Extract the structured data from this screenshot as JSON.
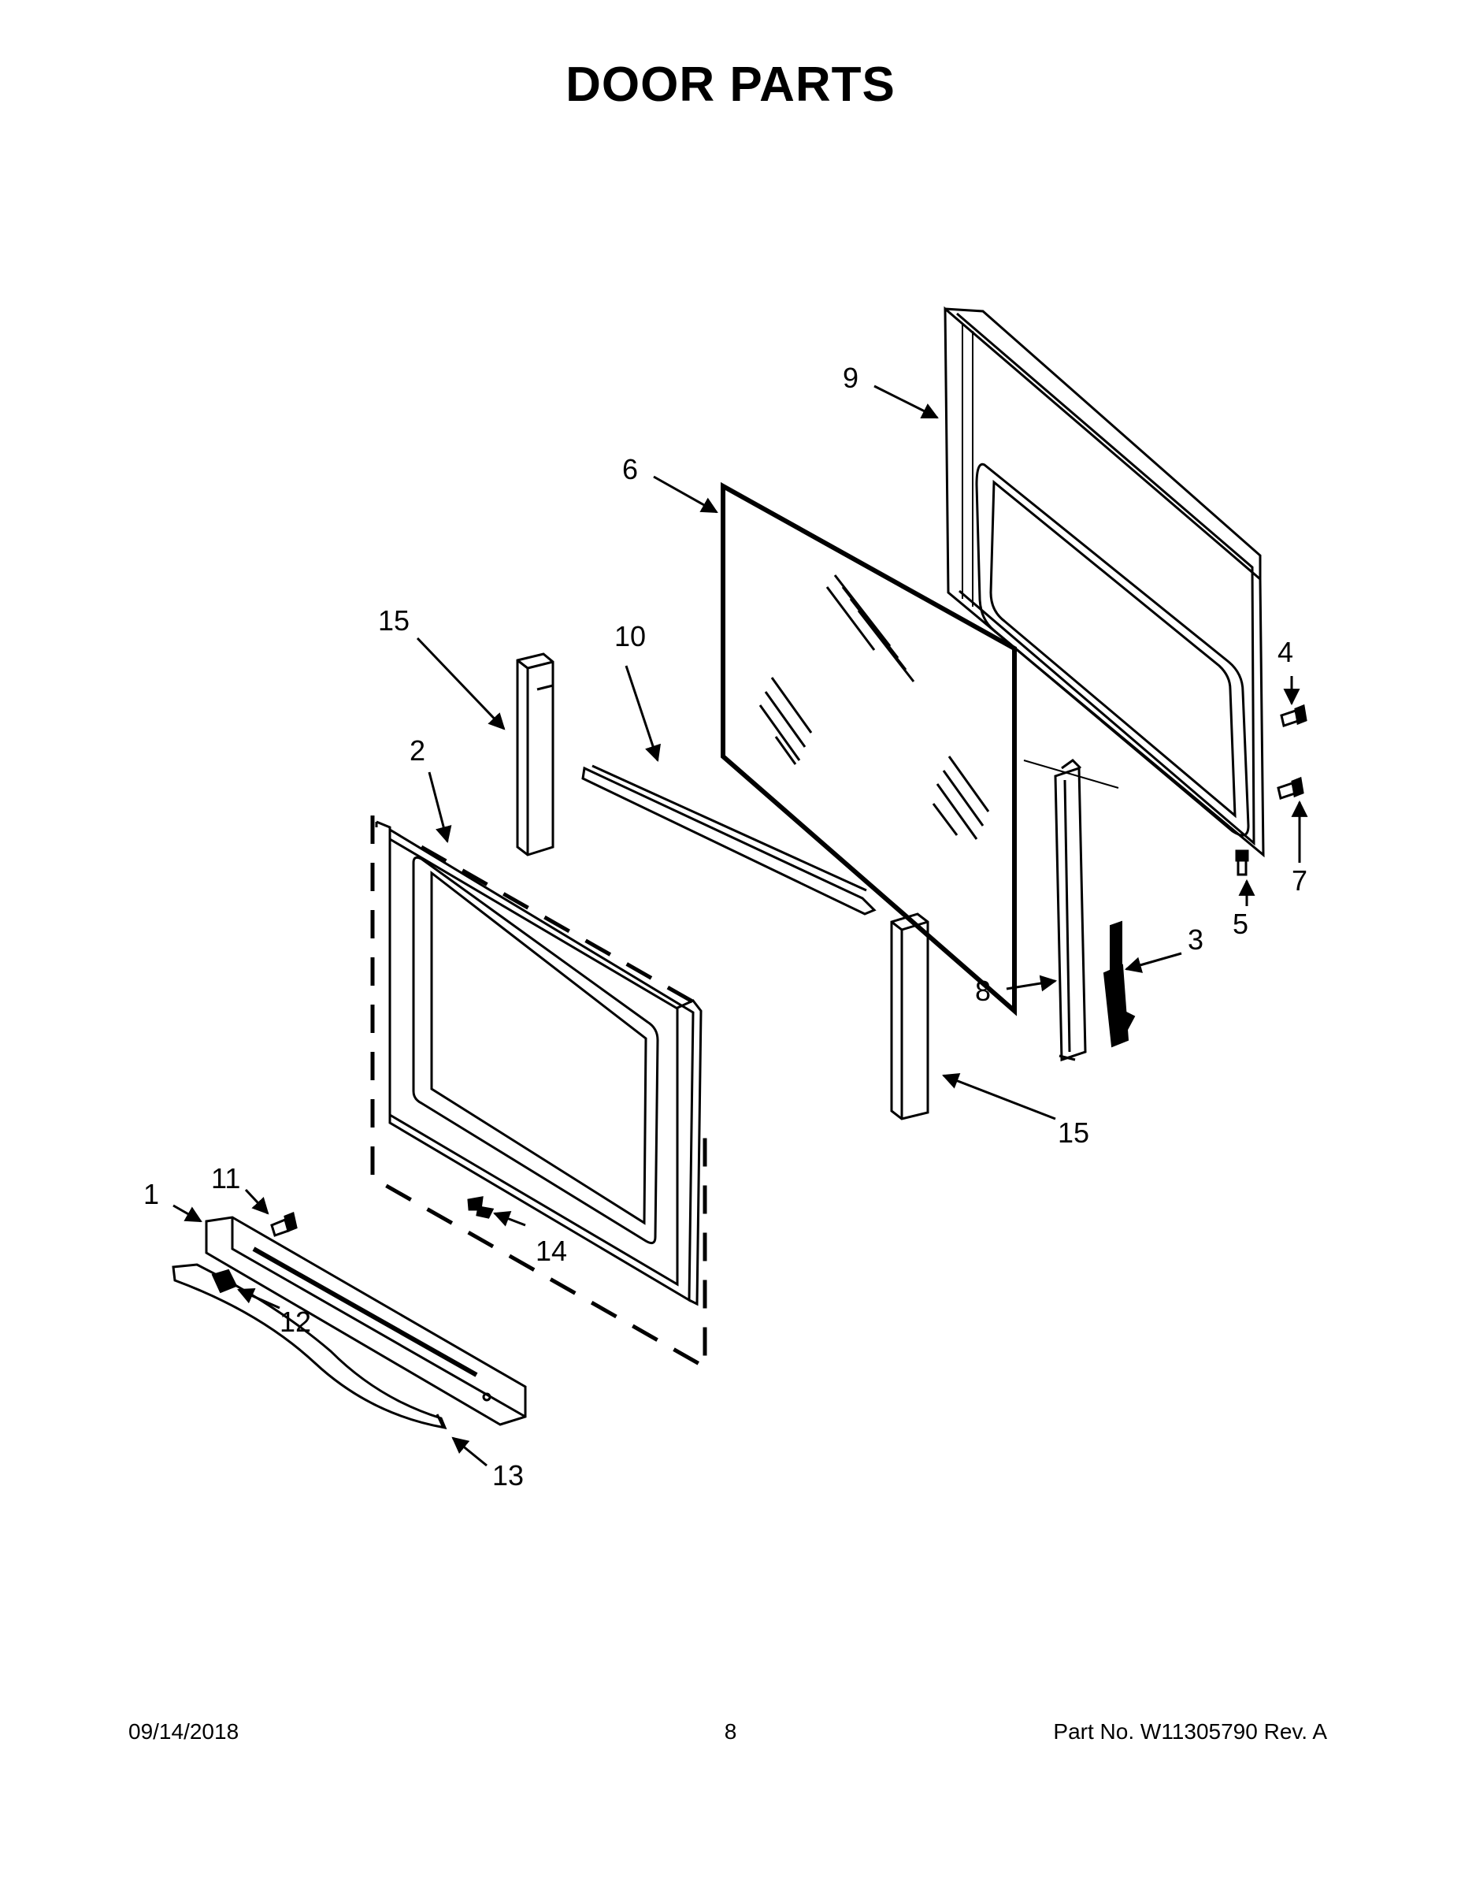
{
  "title": "DOOR PARTS",
  "footer": {
    "date": "09/14/2018",
    "page": "8",
    "part_no": "Part No.  W11305790  Rev.  A"
  },
  "callouts": [
    "1",
    "2",
    "3",
    "4",
    "5",
    "6",
    "7",
    "8",
    "9",
    "10",
    "11",
    "12",
    "13",
    "14",
    "15",
    "15"
  ],
  "colors": {
    "ink": "#000000",
    "paper": "#ffffff"
  }
}
